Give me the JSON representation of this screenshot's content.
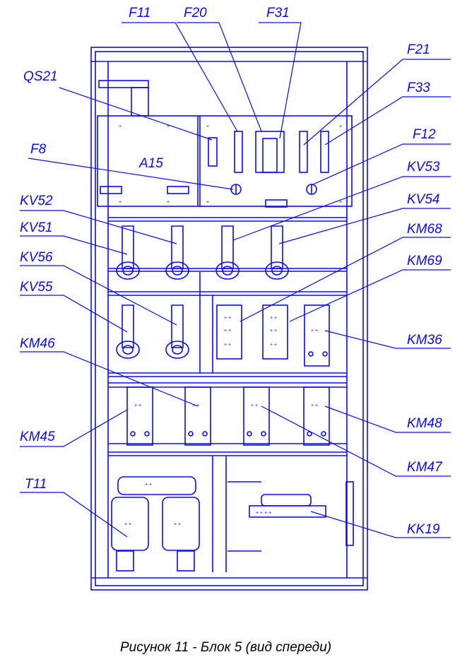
{
  "labels": {
    "F11": "F11",
    "F20": "F20",
    "F31": "F31",
    "F21": "F21",
    "QS21": "QS21",
    "F33": "F33",
    "F8": "F8",
    "F12": "F12",
    "A15": "A15",
    "KV53": "KV53",
    "KV52": "KV52",
    "KV54": "KV54",
    "KV51": "KV51",
    "KM68": "KM68",
    "KV56": "KV56",
    "KM69": "KM69",
    "KV55": "KV55",
    "KM36": "KM36",
    "KM46": "KM46",
    "KM45": "KM45",
    "KM48": "KM48",
    "KM47": "KM47",
    "T11": "T11",
    "KK19": "KK19"
  },
  "caption": "Рисунок 11 -  Блок 5 (вид спереди)",
  "colors": {
    "line": "#0a0af0",
    "caption": "#000000"
  }
}
